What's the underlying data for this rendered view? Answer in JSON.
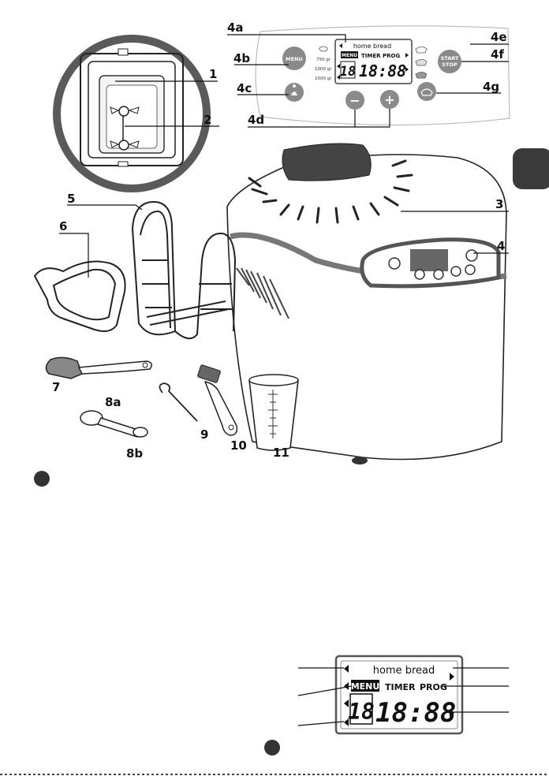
{
  "labels": {
    "l1": "1",
    "l2": "2",
    "l3": "3",
    "l4": "4",
    "l4a": "4a",
    "l4b": "4b",
    "l4c": "4c",
    "l4d": "4d",
    "l4e": "4e",
    "l4f": "4f",
    "l4g": "4g",
    "l5": "5",
    "l6": "6",
    "l7": "7",
    "l8a": "8a",
    "l8b": "8b",
    "l9": "9",
    "l10": "10",
    "l11": "11"
  },
  "panel": {
    "menu_button": "MENU",
    "start_line1": "START",
    "start_line2": "STOP",
    "minus": "−",
    "plus": "+",
    "weight_750": "750 gr",
    "weight_1000": "1000 gr",
    "weight_1500": "1500 gr"
  },
  "display": {
    "brand": "home bread",
    "menu_tag": "MENU",
    "timer": "TIMER",
    "prog": "PROG",
    "program_digits": "18",
    "time_digits": "18:88"
  },
  "colors": {
    "button_grey": "#8a8a8a",
    "ring_dark": "#4a4a4a",
    "lcd_border": "#555555"
  }
}
